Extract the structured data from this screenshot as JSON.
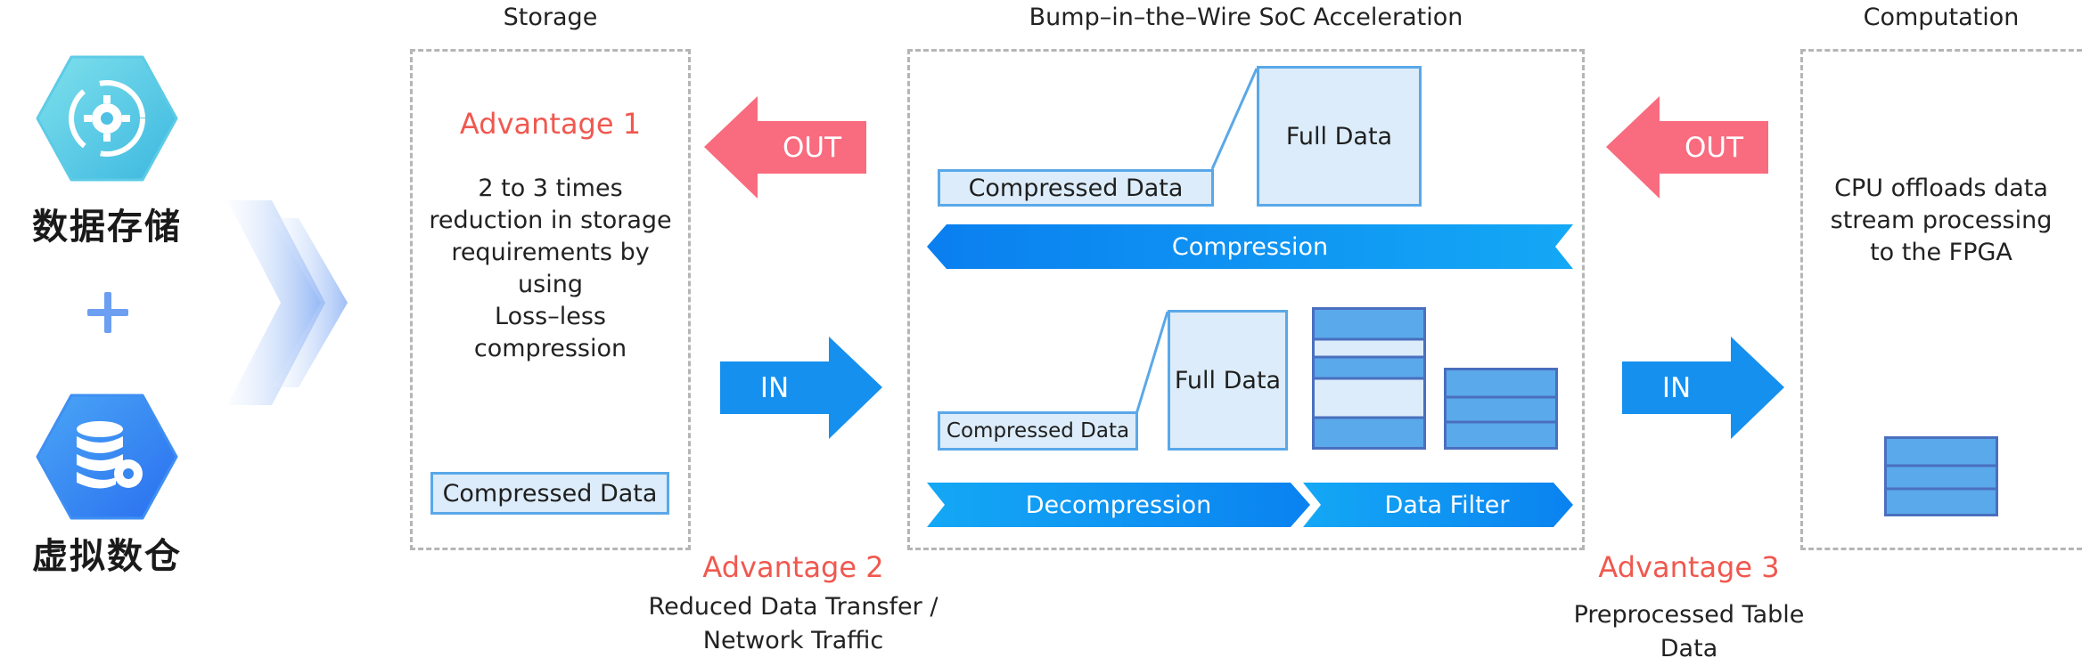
{
  "left": {
    "label_top": "数据存储",
    "plus": "+",
    "label_bottom": "虚拟数仓",
    "icon_top": "storage-sync-gear-icon",
    "icon_bottom": "database-gear-icon"
  },
  "storage": {
    "title": "Storage",
    "advantage_title": "Advantage 1",
    "advantage_lines": [
      "2 to 3 times",
      "reduction in storage",
      "requirements by",
      "using",
      "Loss–less",
      "compression"
    ],
    "compressed_label": "Compressed Data"
  },
  "arrows": {
    "out_left": "OUT",
    "in_left": "IN",
    "out_right": "OUT",
    "in_right": "IN"
  },
  "advantage2": {
    "title": "Advantage 2",
    "lines": [
      "Reduced Data Transfer /",
      "Network Traffic"
    ]
  },
  "soc": {
    "title": "Bump–in–the–Wire SoC Acceleration",
    "top_compressed": "Compressed Data",
    "top_full": "Full Data",
    "compression": "Compression",
    "bottom_compressed": "Compressed Data",
    "bottom_full": "Full Data",
    "decompression": "Decompression",
    "data_filter": "Data Filter"
  },
  "advantage3": {
    "title": "Advantage 3",
    "lines": [
      "Preprocessed Table",
      "Data"
    ]
  },
  "computation": {
    "title": "Computation",
    "text_lines": [
      "CPU offloads data",
      "stream processing",
      "to the FPGA"
    ]
  },
  "colors": {
    "accent_red": "#f0584f",
    "out_arrow": "#f96b7e",
    "in_arrow": "#1690ef",
    "band_blue": "#0a8ff0",
    "table_fill": "#5aa9ea",
    "table_border": "#4a6fbf",
    "box_fill": "#dcecfa",
    "box_border": "#5aa8e8"
  }
}
